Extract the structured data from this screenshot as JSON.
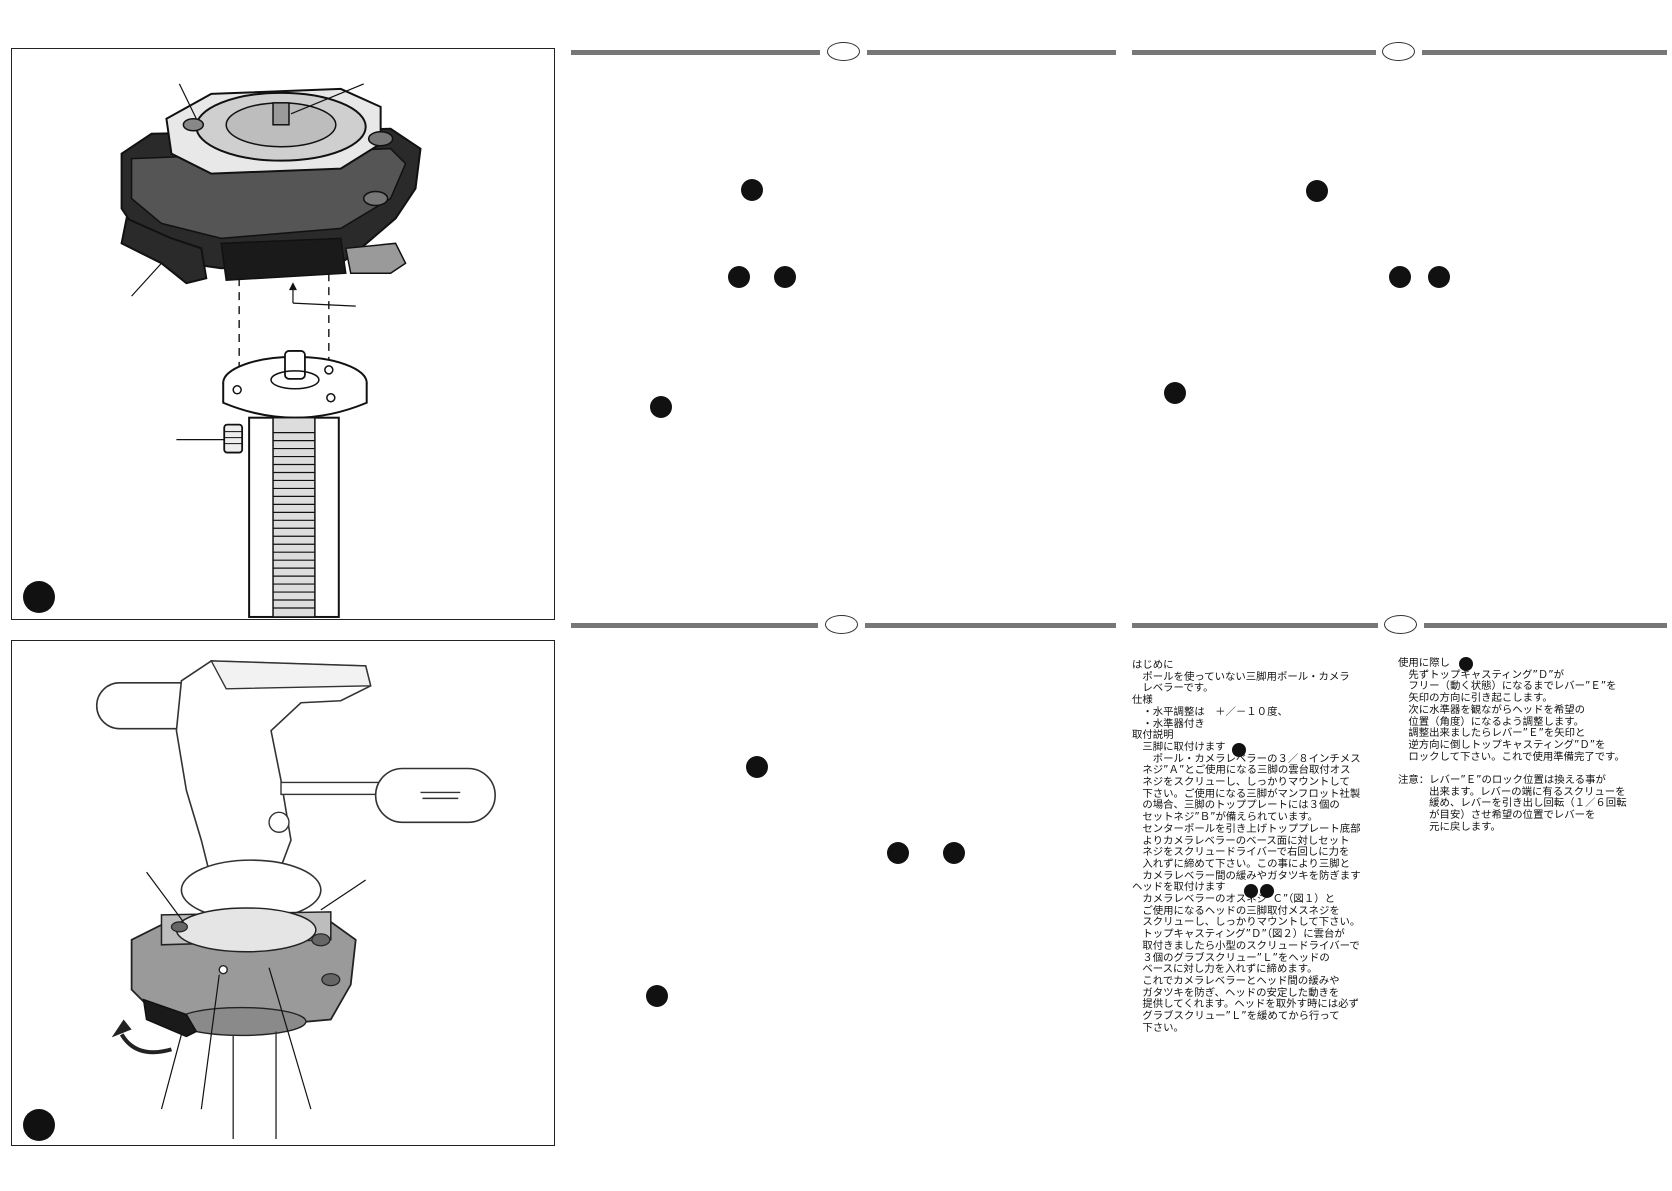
{
  "sections": {
    "top_left_header": {
      "label": ""
    },
    "top_right_header": {
      "label": ""
    },
    "bottom_left_header": {
      "label": ""
    },
    "bottom_right_header": {
      "label": ""
    }
  },
  "japanese_text": {
    "left_column": [
      "はじめに",
      "　ポールを使っていない三脚用ポール・カメラ",
      "　レベラーです。",
      "仕様",
      "　・水平調整は　＋／－１０度、",
      "　・水準器付き",
      "取付説明",
      "　三脚に取付けます",
      "　　ポール・カメラレベラーの３／８インチメス",
      "　ネジ”Ａ”とご使用になる三脚の雲台取付オス",
      "　ネジをスクリューし、しっかりマウントして",
      "　下さい。ご使用になる三脚がマンフロット社製",
      "　の場合、三脚のトッププレートには３個の",
      "　セットネジ”Ｂ”が備えられています。",
      "　センターポールを引き上げトッププレート底部",
      "　よりカメラレベラーのベース面に対しセット",
      "　ネジをスクリュードライバーで右回しに力を",
      "　入れずに締めて下さい。この事により三脚と",
      "　カメラレベラー間の緩みやガタツキを防ぎます",
      "ヘッドを取付けます",
      "　カメラレベラーのオスネジ”Ｃ”（図１）と",
      "　ご使用になるヘッドの三脚取付メスネジを",
      "　スクリューし、しっかりマウントして下さい。",
      "　トップキャスティング”Ｄ”（図２）に雲台が",
      "　取付きましたら小型のスクリュードライバーで",
      "　３個のグラブスクリュー”Ｌ”をヘッドの",
      "　ベースに対し力を入れずに締めます。",
      "　これでカメラレベラーとヘッド間の緩みや",
      "　ガタツキを防ぎ、ヘッドの安定した動きを",
      "　提供してくれます。ヘッドを取外す時には必ず",
      "　グラブスクリュー”Ｌ”を緩めてから行って",
      "　下さい。"
    ],
    "right_column": [
      "使用に際し",
      "　先ずトップキャスティング”Ｄ”が",
      "　フリー（動く状態）になるまでレバー”Ｅ”を",
      "　矢印の方向に引き起こします。",
      "　次に水準器を観ながらヘッドを希望の",
      "　位置（角度）になるよう調整します。",
      "　調整出来ましたらレバー”Ｅ”を矢印と",
      "　逆方向に倒しトップキャスティング”Ｄ”を",
      "　ロックして下さい。これで使用準備完了です。",
      "",
      "注意：レバー”Ｅ”のロック位置は換える事が",
      "　　　出来ます。レバーの端に有るスクリューを",
      "　　　緩め、レバーを引き出し回転（１／６回転",
      "　　　が目安）させ希望の位置でレバーを",
      "　　　元に戻します。"
    ]
  }
}
